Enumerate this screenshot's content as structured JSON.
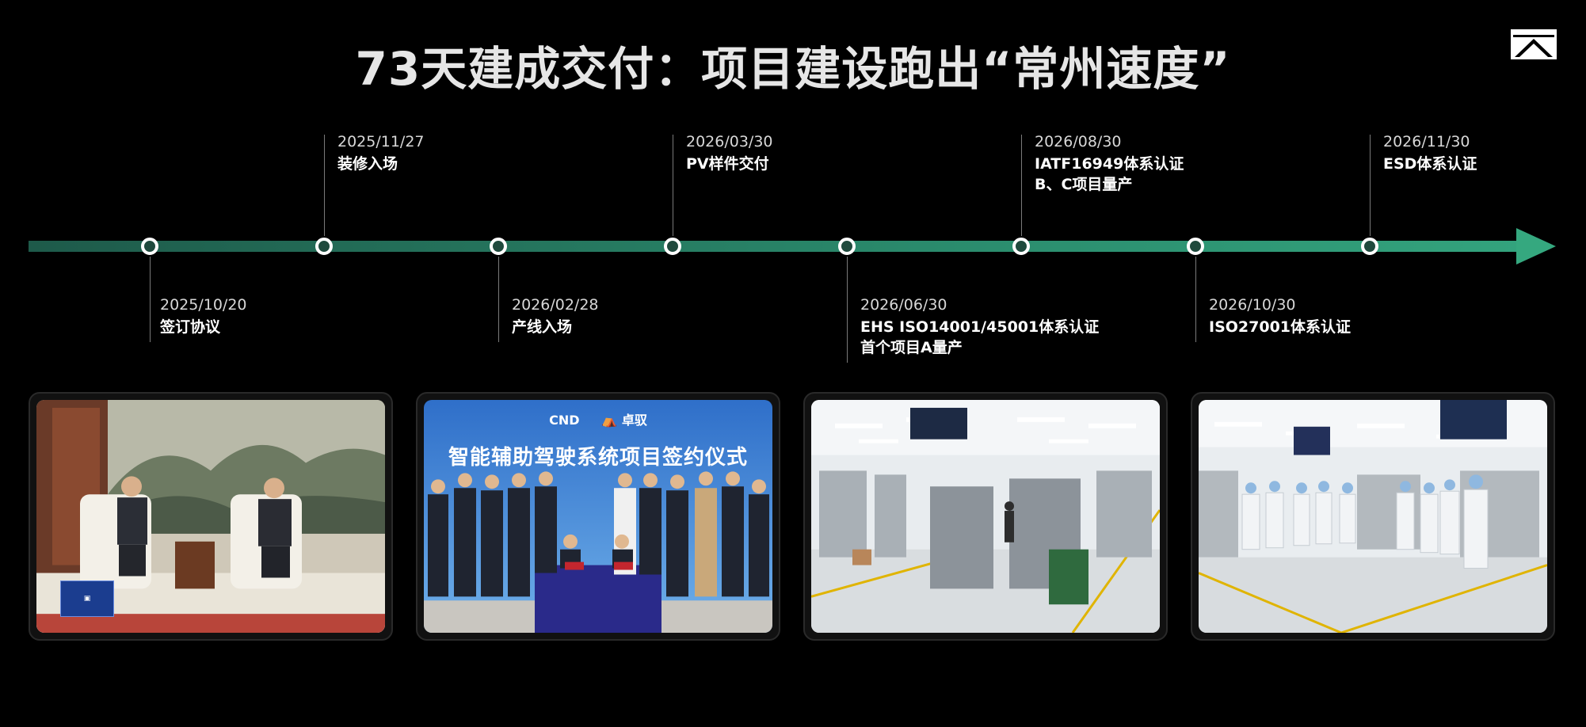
{
  "title": "73天建成交付：项目建设跑出“常州速度”",
  "logo_icon": "tent-logo-icon",
  "timeline": {
    "events_above": [
      {
        "date": "2025/11/27",
        "label": "装修入场",
        "label2": ""
      },
      {
        "date": "2026/03/30",
        "label": "PV样件交付",
        "label2": ""
      },
      {
        "date": "2026/08/30",
        "label": "IATF16949体系认证",
        "label2": "B、C项目量产"
      },
      {
        "date": "2026/11/30",
        "label": "ESD体系认证",
        "label2": ""
      }
    ],
    "events_below": [
      {
        "date": "2025/10/20",
        "label": "签订协议",
        "label2": ""
      },
      {
        "date": "2026/02/28",
        "label": "产线入场",
        "label2": ""
      },
      {
        "date": "2026/06/30",
        "label": "EHS ISO14001/45001体系认证",
        "label2": "首个项目A量产"
      },
      {
        "date": "2026/10/30",
        "label": "ISO27001体系认证",
        "label2": ""
      }
    ]
  },
  "photos": {
    "photo2": {
      "banner_title": "智能辅助驾驶系统项目签约仪式",
      "logo_left": "CND",
      "logo_right": "卓驭"
    }
  },
  "colors": {
    "background": "#000000",
    "timeline_start": "#1e5a4a",
    "timeline_end": "#35a87f",
    "node_border": "#ffffff"
  }
}
